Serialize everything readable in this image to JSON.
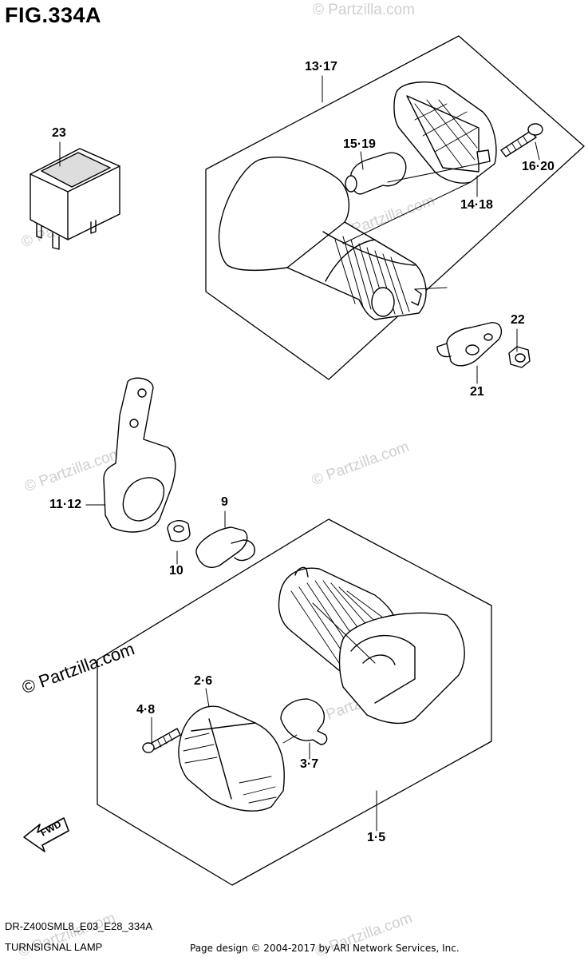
{
  "figure": {
    "title": "FIG.334A"
  },
  "parts": [
    {
      "id": "p1317",
      "label": "13·17"
    },
    {
      "id": "p23",
      "label": "23"
    },
    {
      "id": "p1519",
      "label": "15·19"
    },
    {
      "id": "p1620",
      "label": "16·20"
    },
    {
      "id": "p1418",
      "label": "14·18"
    },
    {
      "id": "p22",
      "label": "22"
    },
    {
      "id": "p21",
      "label": "21"
    },
    {
      "id": "p1112",
      "label": "11·12"
    },
    {
      "id": "p9",
      "label": "9"
    },
    {
      "id": "p10",
      "label": "10"
    },
    {
      "id": "p26",
      "label": "2·6"
    },
    {
      "id": "p48",
      "label": "4·8"
    },
    {
      "id": "p37",
      "label": "3·7"
    },
    {
      "id": "p15",
      "label": "1·5"
    }
  ],
  "fwd_arrow_text": "FWD",
  "watermarks": {
    "small": "© Partzilla.com",
    "large": "© Partzilla.com"
  },
  "footer": {
    "model_code": "DR-Z400SML8_E03_E28_334A",
    "section_name": "TURNSIGNAL LAMP",
    "copyright": "Page design © 2004-2017 by ARI Network Services, Inc."
  }
}
